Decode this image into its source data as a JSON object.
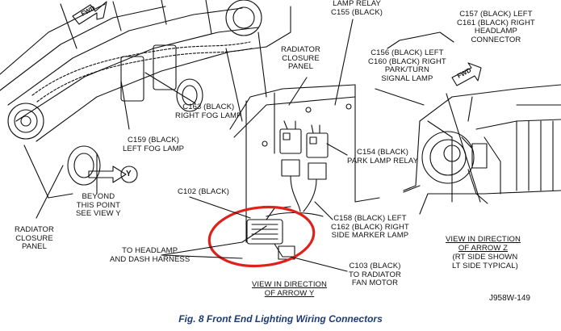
{
  "labels": {
    "lamp_relay": [
      "LAMP RELAY",
      "C155 (BLACK)"
    ],
    "radiator_closure_top": [
      "RADIATOR",
      "CLOSURE",
      "PANEL"
    ],
    "c157": [
      "C157 (BLACK) LEFT",
      "C161 (BLACK) RIGHT",
      "HEADLAMP",
      "CONNECTOR"
    ],
    "c156": [
      "C156 (BLACK) LEFT",
      "C160 (BLACK) RIGHT",
      "PARK/TURN",
      "SIGNAL LAMP"
    ],
    "c163": [
      "C163 (BLACK)",
      "RIGHT FOG LAMP"
    ],
    "c159": [
      "C159 (BLACK)",
      "LEFT FOG LAMP"
    ],
    "c154": [
      "C154 (BLACK)",
      "PARK LAMP RELAY"
    ],
    "c102": [
      "C102 (BLACK)"
    ],
    "beyond": [
      "BEYOND",
      "THIS POINT",
      "SEE VIEW Y"
    ],
    "radiator_closure_left": [
      "RADIATOR",
      "CLOSURE",
      "PANEL"
    ],
    "c158": [
      "C158 (BLACK) LEFT",
      "C162 (BLACK) RIGHT",
      "SIDE MARKER LAMP"
    ],
    "view_z": [
      "VIEW IN DIRECTION",
      "OF ARROW Z"
    ],
    "view_z_note": [
      "(RT SIDE SHOWN",
      "LT SIDE TYPICAL)"
    ],
    "to_headlamp": [
      "TO HEADLAMP",
      "AND DASH HARNESS"
    ],
    "c103": [
      "C103 (BLACK)",
      "TO RADIATOR",
      "FAN MOTOR"
    ],
    "view_y": [
      "VIEW IN DIRECTION",
      "OF ARROW Y"
    ]
  },
  "markers": {
    "fwd": "FWD",
    "arrow_y": "Y"
  },
  "figure_code": "J958W-149",
  "caption": "Fig. 8 Front End Lighting Wiring Connectors",
  "colors": {
    "highlight_ring": "#e0201b",
    "caption": "#1d3b73",
    "line": "#111111"
  }
}
